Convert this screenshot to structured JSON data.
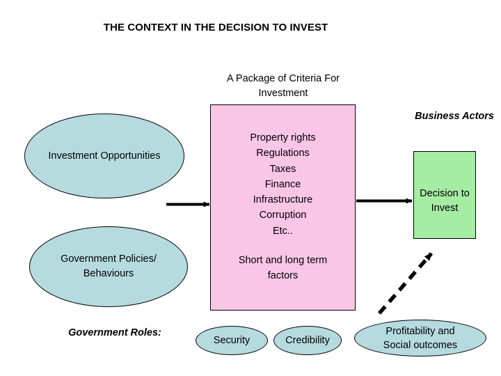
{
  "slide": {
    "title": "THE CONTEXT IN THE DECISION TO INVEST",
    "background_color": "#ffffff"
  },
  "labels": {
    "package_caption": "A Package of Criteria\nFor Investment",
    "business_actors": "Business Actors",
    "government_roles": "Government Roles:"
  },
  "shapes": {
    "ellipse_investment": {
      "text": "Investment Opportunities",
      "fill": "#b6dbdf",
      "stroke": "#000000"
    },
    "ellipse_government": {
      "text": "Government Policies/\nBehaviours",
      "fill": "#b6dbdf",
      "stroke": "#000000"
    },
    "rect_criteria": {
      "text_top": "Property rights\nRegulations\nTaxes\nFinance\nInfrastructure\nCorruption\nEtc..",
      "text_bottom": "Short and long term\nfactors",
      "fill": "#f9c6e6",
      "stroke": "#000000"
    },
    "rect_decision": {
      "text": "Decision to\nInvest",
      "fill": "#a6eda4",
      "stroke": "#000000"
    },
    "ellipse_security": {
      "text": "Security",
      "fill": "#b6dbdf",
      "stroke": "#000000"
    },
    "ellipse_credibility": {
      "text": "Credibility",
      "fill": "#b6dbdf",
      "stroke": "#000000"
    },
    "ellipse_profitability": {
      "text": "Profitability and\nSocial outcomes",
      "fill": "#b6dbdf",
      "stroke": "#000000"
    }
  },
  "connectors": {
    "arrow_opportunities_to_criteria": {
      "style": "solid",
      "color": "#000000"
    },
    "arrow_criteria_to_decision": {
      "style": "solid",
      "color": "#000000"
    },
    "arrow_outcomes_to_decision": {
      "style": "dashed",
      "color": "#000000"
    }
  }
}
